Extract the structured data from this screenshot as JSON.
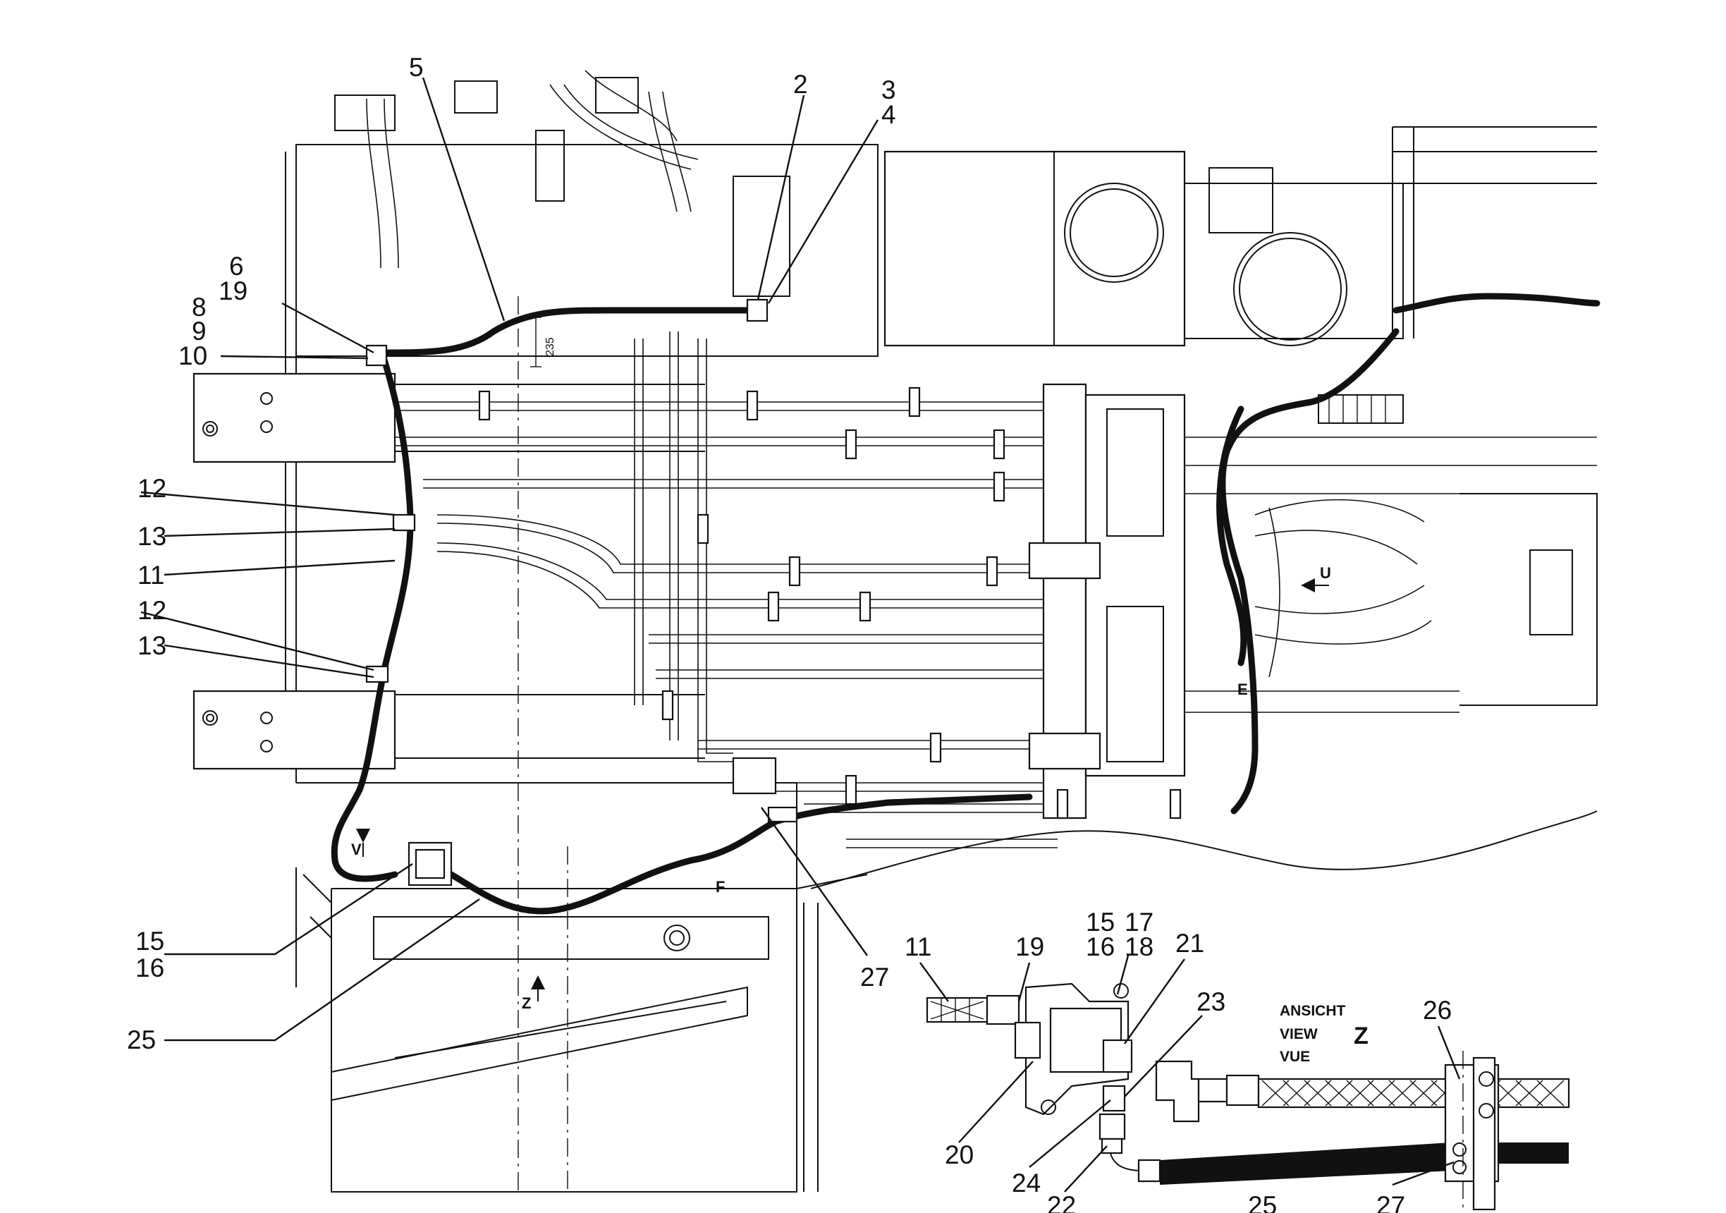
{
  "view": {
    "line1": "ANSICHT",
    "line2": "VIEW",
    "line3": "VUE",
    "letter": "Z"
  },
  "dimension": "235",
  "markers": {
    "u": "U",
    "v": "V",
    "z": "Z",
    "e": "E",
    "f": "F"
  },
  "callouts": {
    "c5": "5",
    "c2": "2",
    "c3": "3",
    "c4": "4",
    "c6": "6",
    "c19": "19",
    "c8": "8",
    "c9": "9",
    "c10": "10",
    "c12a": "12",
    "c13a": "13",
    "c11": "11",
    "c12b": "12",
    "c13b": "13",
    "c15": "15",
    "c16": "16",
    "c25": "25",
    "c27": "27"
  },
  "detail_callouts": {
    "d11": "11",
    "d19": "19",
    "d15": "15",
    "d16": "16",
    "d17": "17",
    "d18": "18",
    "d21": "21",
    "d23": "23",
    "d20": "20",
    "d24": "24",
    "d22": "22",
    "d25": "25",
    "d26": "26",
    "d27": "27"
  },
  "colors": {
    "ink": "#111111",
    "paper": "#ffffff"
  }
}
